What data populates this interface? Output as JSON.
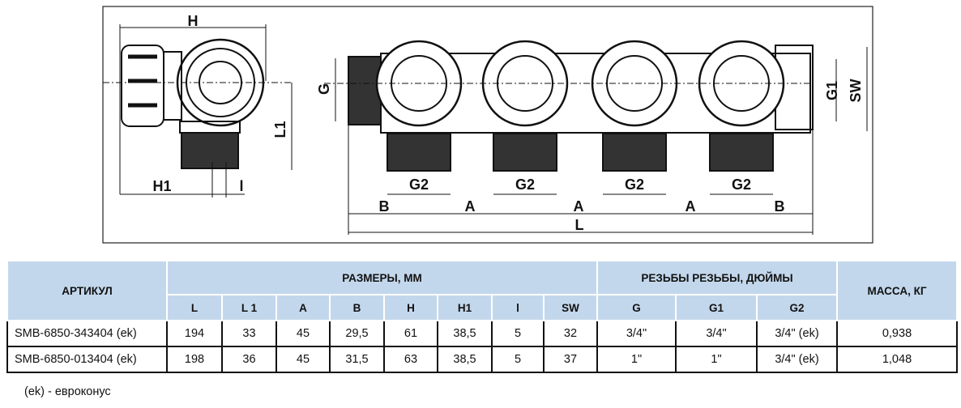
{
  "drawing": {
    "side_view": {
      "H": "H",
      "H1": "H1",
      "l": "l",
      "L1": "L1"
    },
    "front_view": {
      "G": "G",
      "G1": "G1",
      "SW": "SW",
      "G2": "G2",
      "A": "A",
      "B": "B",
      "L": "L"
    }
  },
  "table": {
    "article_header": "АРТИКУЛ",
    "dimensions_header": "РАЗМЕРЫ, ММ",
    "threads_header": "РЕЗЬБЫ РЕЗЬБЫ, ДЮЙМЫ",
    "mass_header": "МАССА, КГ",
    "columns": [
      "L",
      "L 1",
      "A",
      "B",
      "H",
      "H1",
      "l",
      "SW",
      "G",
      "G1",
      "G2"
    ],
    "rows": [
      {
        "article": "SMB-6850-343404 (ek)",
        "values": [
          "194",
          "33",
          "45",
          "29,5",
          "61",
          "38,5",
          "5",
          "32",
          "3/4\"",
          "3/4\"",
          "3/4\" (ek)"
        ],
        "mass": "0,938"
      },
      {
        "article": "SMB-6850-013404 (ek)",
        "values": [
          "198",
          "36",
          "45",
          "31,5",
          "63",
          "38,5",
          "5",
          "37",
          "1\"",
          "1\"",
          "3/4\" (ek)"
        ],
        "mass": "1,048"
      }
    ]
  },
  "footnote": "(ek) - евроконус"
}
